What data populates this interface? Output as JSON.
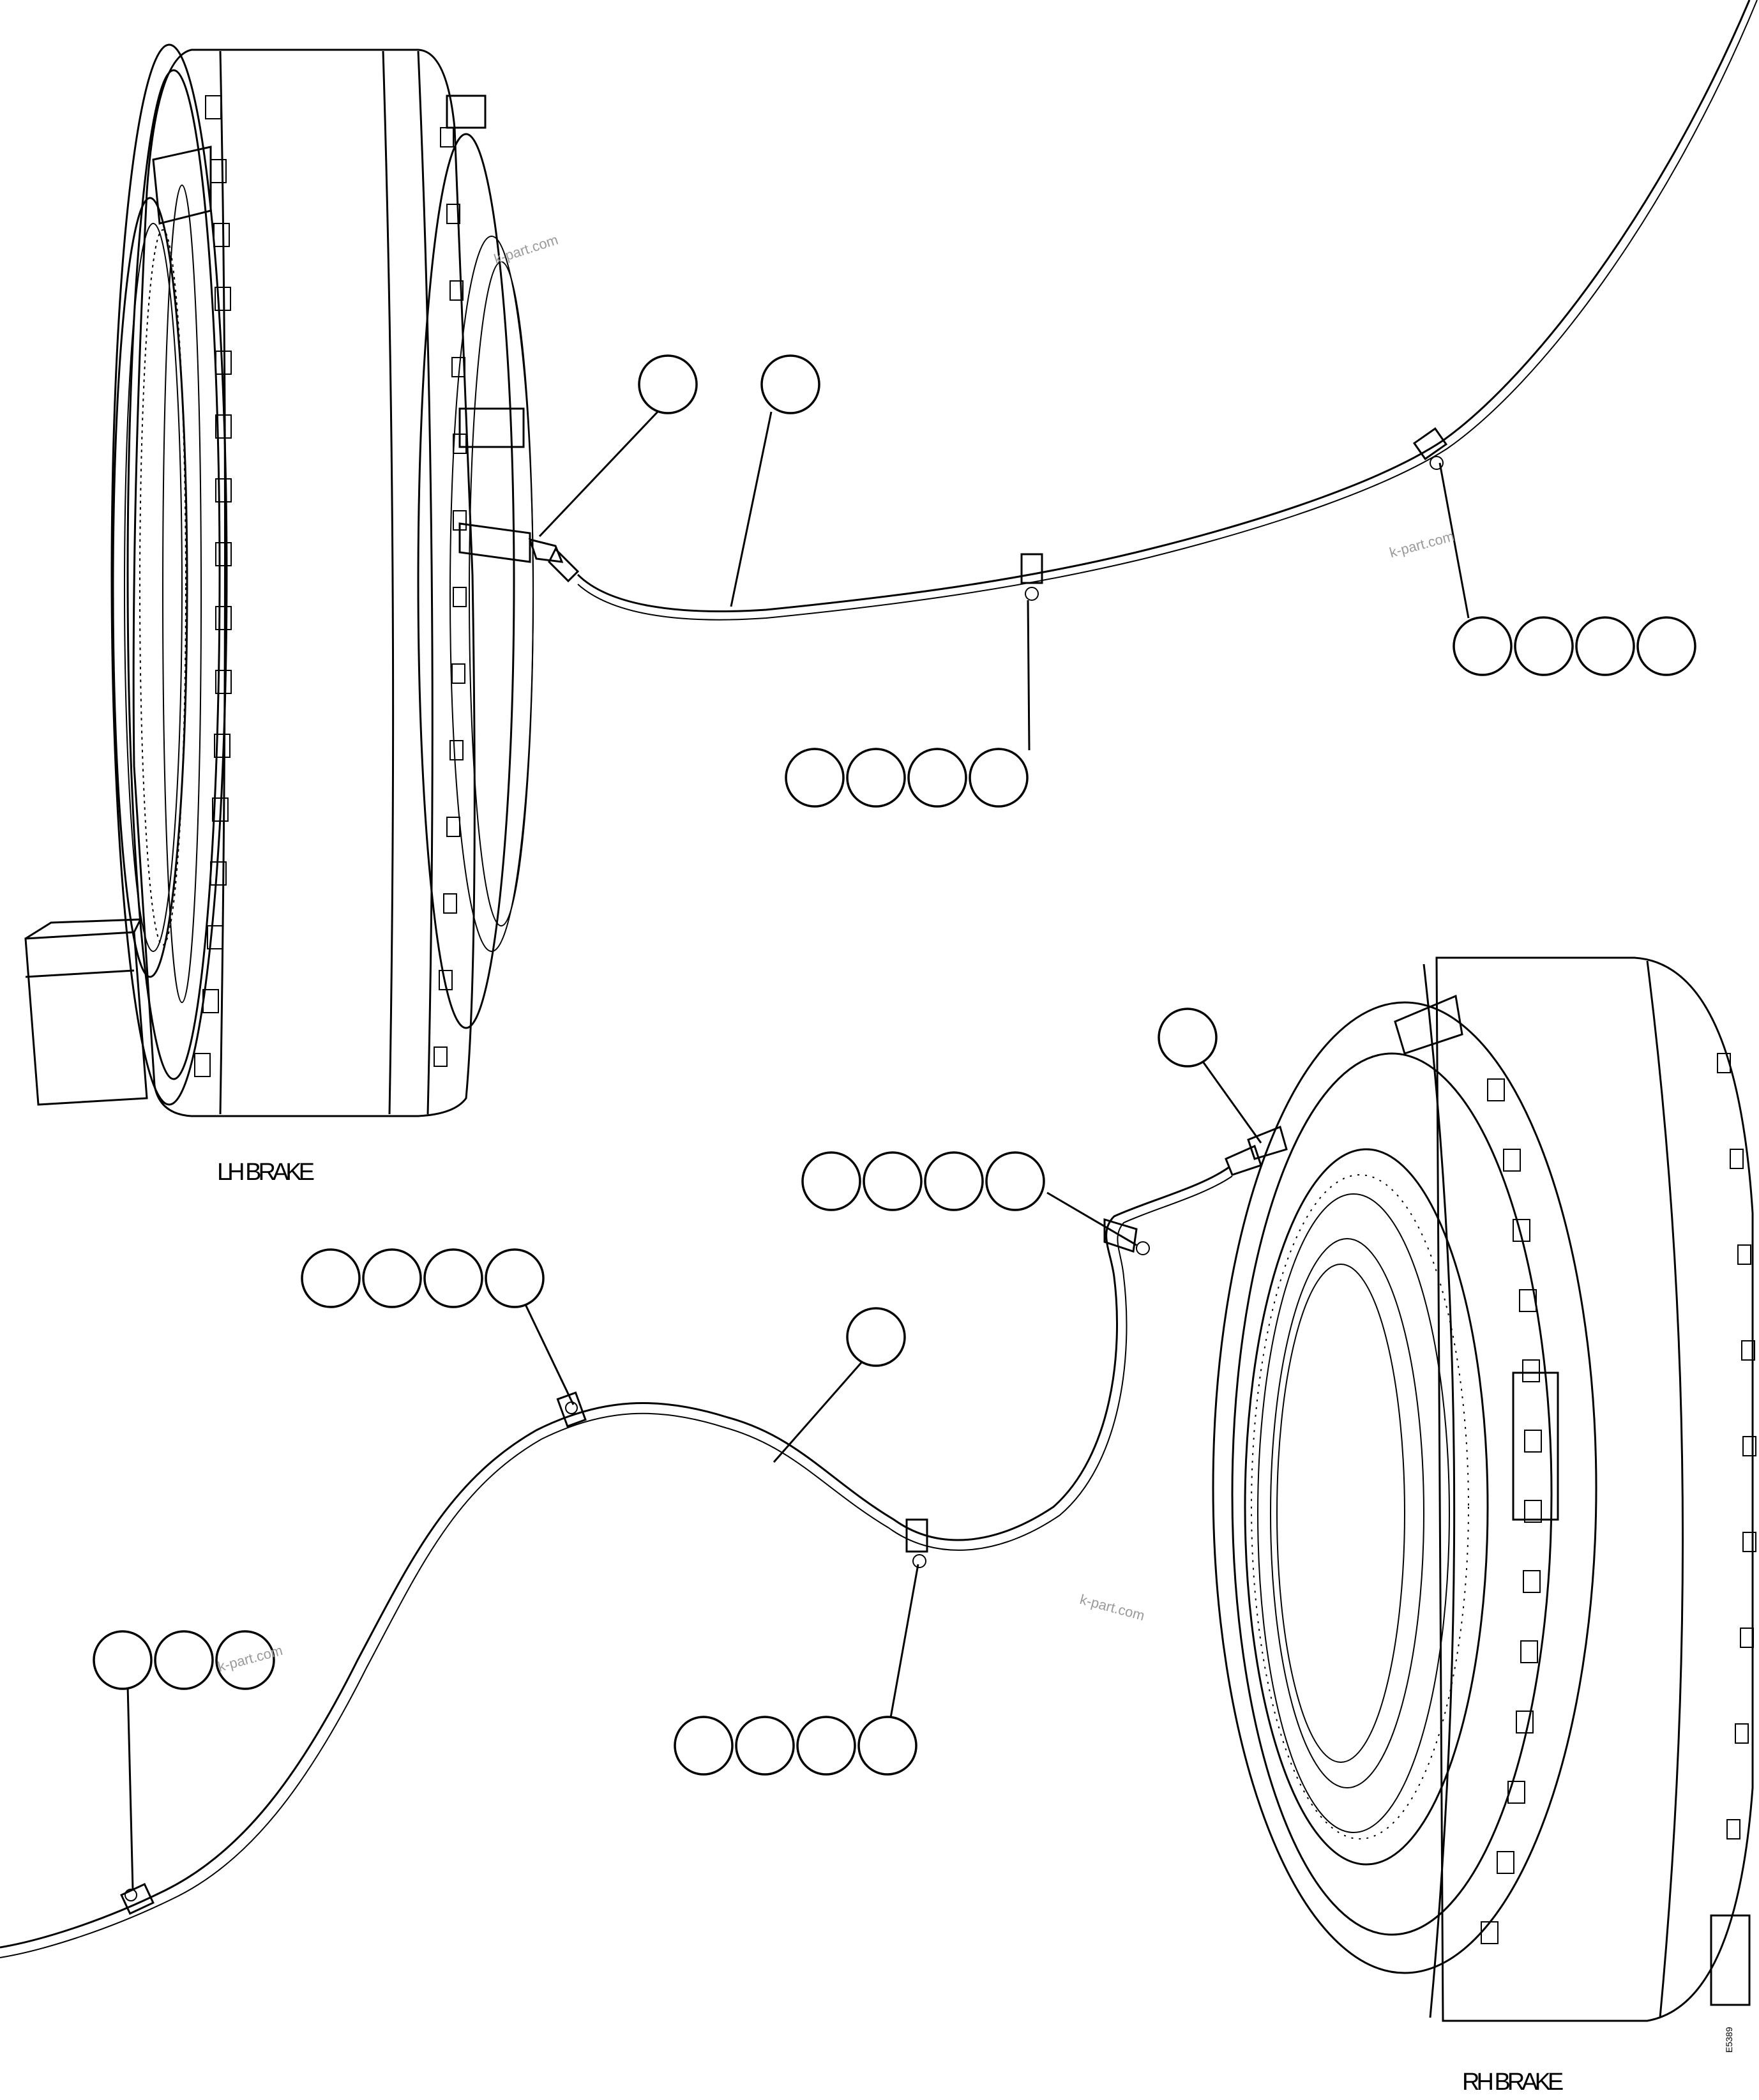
{
  "labels": {
    "lh_brake": "LH BRAKE",
    "rh_brake": "RH BRAKE",
    "drawing_code": "E5389"
  },
  "watermarks": [
    "k-part.com",
    "k-part.com",
    "k-part.com",
    "k-part.com"
  ],
  "callout_groups": [
    {
      "bubbles": 1,
      "target": "lh-hose-fitting"
    },
    {
      "bubbles": 1,
      "target": "lh-brake-hose"
    },
    {
      "bubbles": 4,
      "target": "lh-hose-clamp-1"
    },
    {
      "bubbles": 4,
      "target": "lh-hose-clamp-2"
    },
    {
      "bubbles": 1,
      "target": "rh-hose-fitting"
    },
    {
      "bubbles": 4,
      "target": "rh-hose-clamp-1"
    },
    {
      "bubbles": 4,
      "target": "rh-hose-clamp-2"
    },
    {
      "bubbles": 1,
      "target": "rh-brake-hose"
    },
    {
      "bubbles": 4,
      "target": "rh-hose-clamp-3"
    },
    {
      "bubbles": 3,
      "target": "rh-hose-clamp-4"
    }
  ]
}
